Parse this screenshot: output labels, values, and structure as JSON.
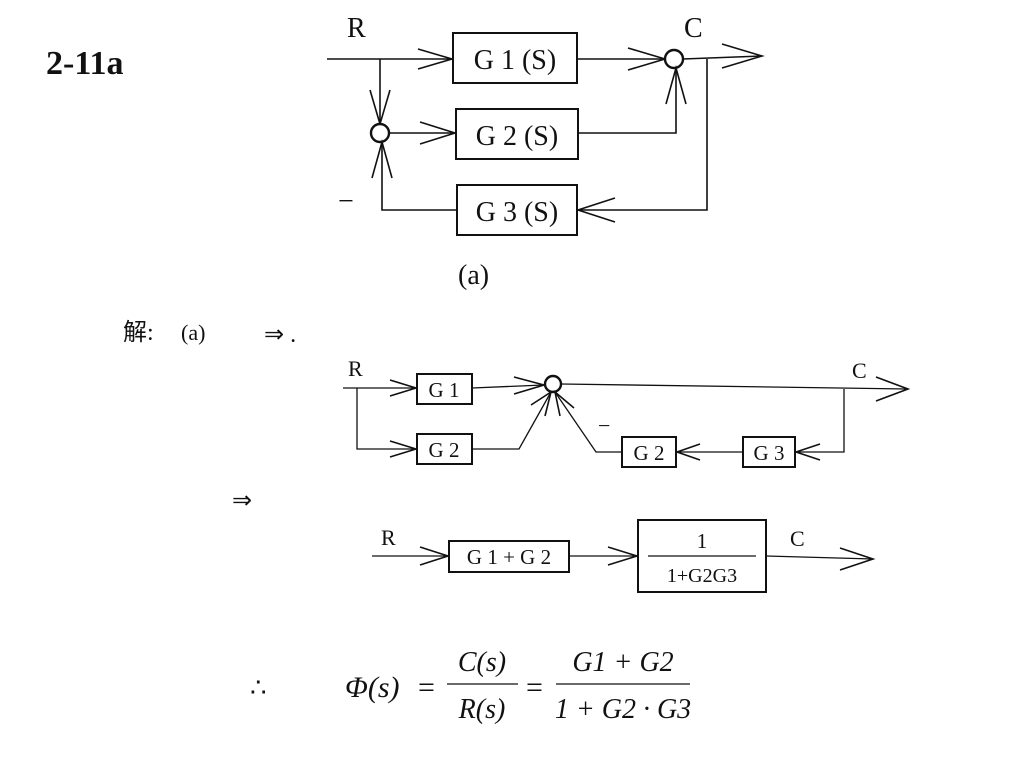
{
  "title": "2-11a",
  "figure_a": {
    "input": "R",
    "output": "C",
    "minus_sign": "−",
    "block1": "G 1 (S)",
    "block2": "G 2 (S)",
    "block3": "G 3 (S)",
    "caption": "(a)"
  },
  "solution": {
    "prefix": "解:",
    "part": "(a)",
    "implies": "⇒ .",
    "implies2": "⇒"
  },
  "step1": {
    "input": "R",
    "output": "C",
    "minus_sign": "−",
    "block_g1": "G 1",
    "block_g2": "G 2",
    "block_fb_g2": "G 2",
    "block_fb_g3": "G 3"
  },
  "step2": {
    "input": "R",
    "output": "C",
    "block_sum": "G 1 + G 2",
    "block_num": "1",
    "block_den": "1+G2G3"
  },
  "result": {
    "therefore": "∴",
    "lhs": "Φ(s)",
    "eq": "=",
    "ratio_num": "C(s)",
    "ratio_den": "R(s)",
    "final_num": "G1 + G2",
    "final_den": "1 + G2 · G3"
  }
}
